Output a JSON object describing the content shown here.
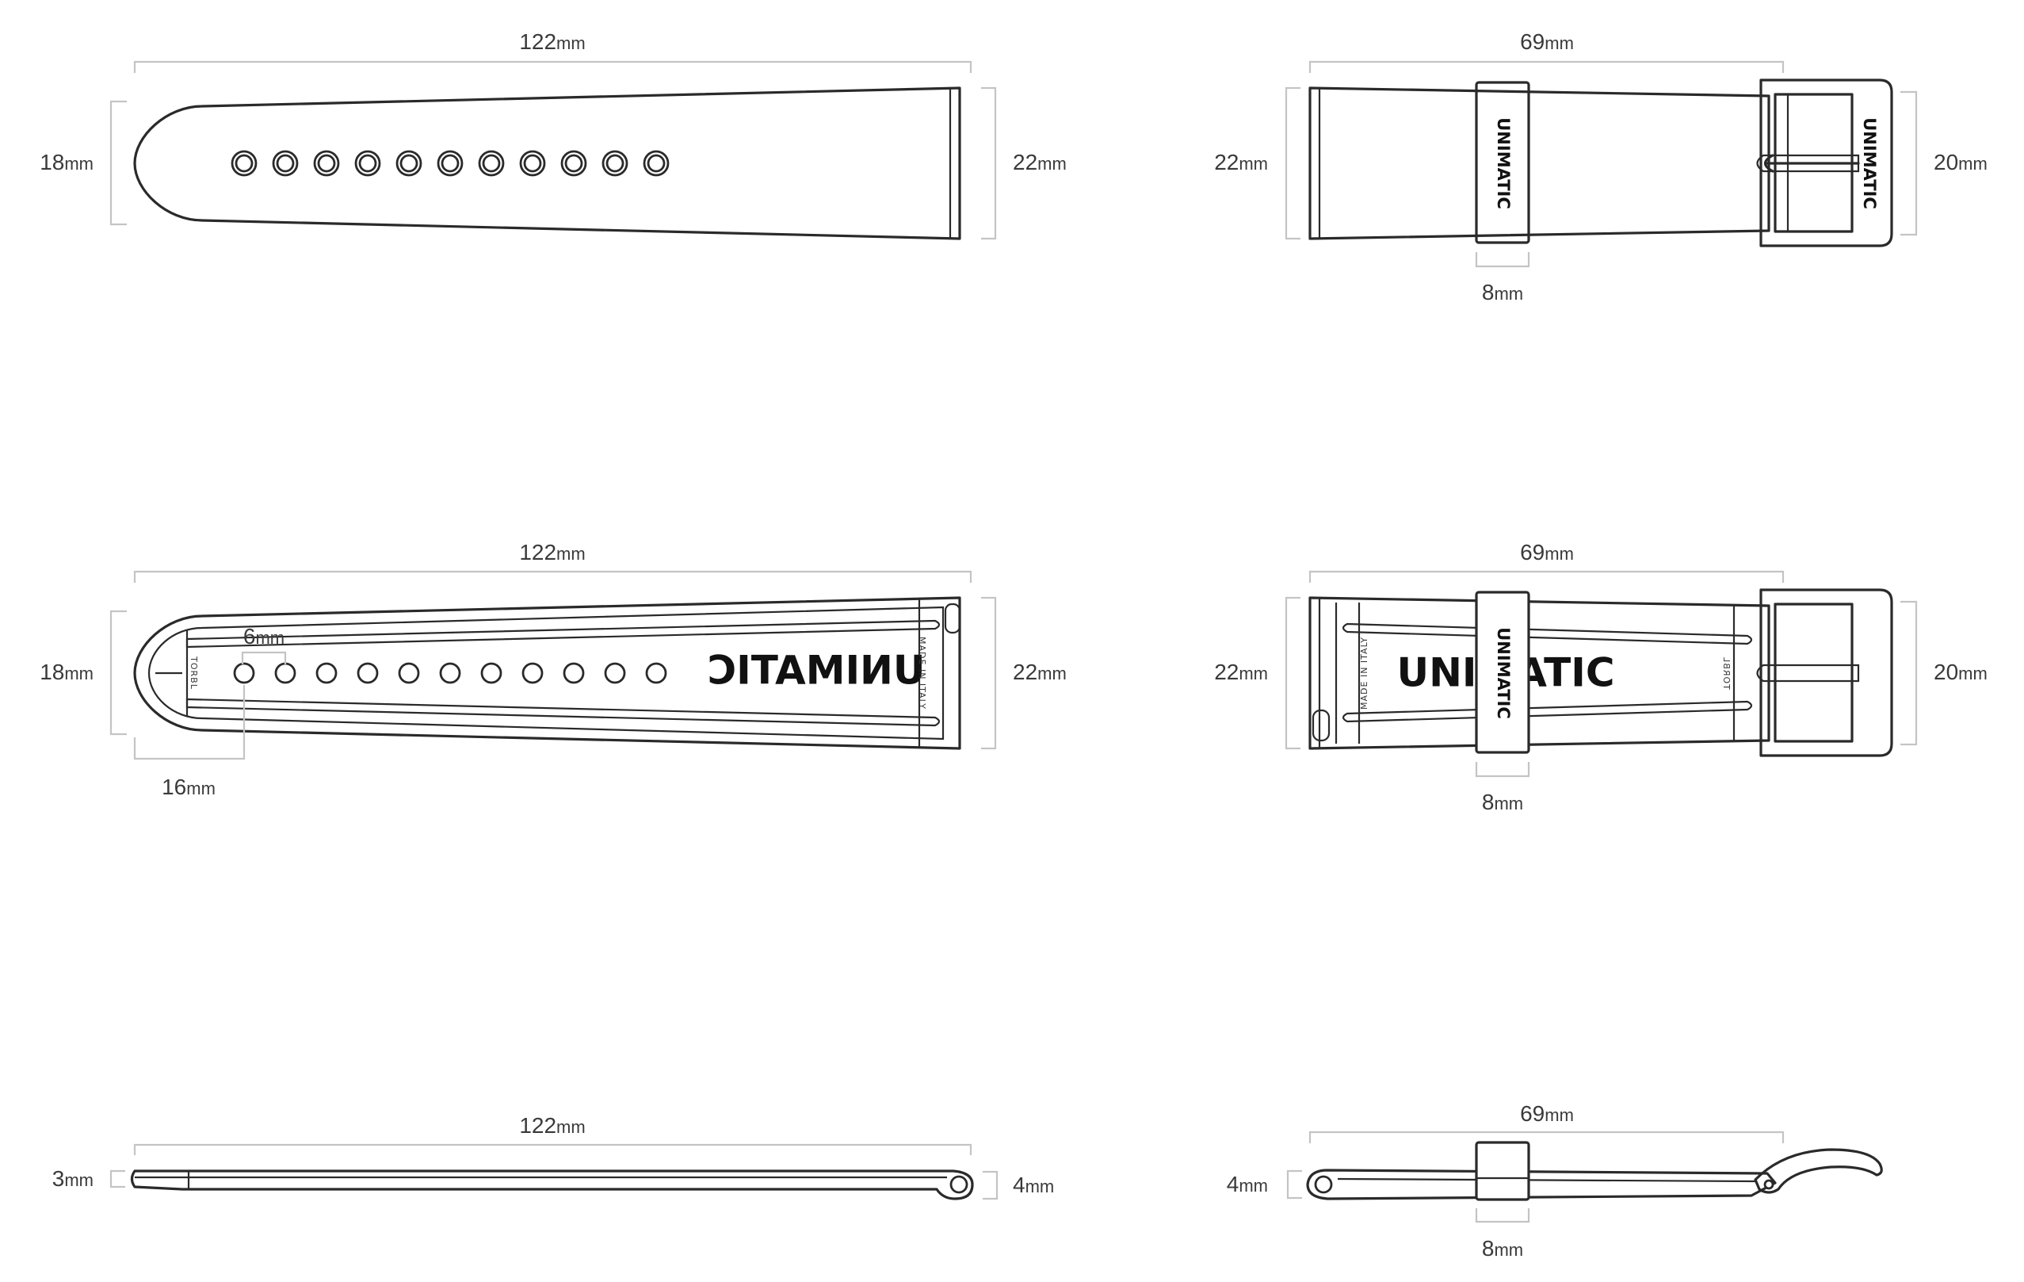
{
  "units": "mm",
  "brand": "UNIMATIC",
  "imprint": {
    "origin": "MADE IN ITALY",
    "code": "TORBL"
  },
  "long_strap": {
    "length": "122",
    "tip_width": "18",
    "base_width": "22",
    "hole_spacing": "6",
    "first_hole_offset": "16",
    "thickness_tip": "3",
    "thickness_base": "4"
  },
  "buckle_strap": {
    "length": "69",
    "base_width": "22",
    "buckle_width": "20",
    "keeper_width": "8",
    "thickness": "4"
  },
  "views": [
    "top",
    "underside",
    "side"
  ]
}
